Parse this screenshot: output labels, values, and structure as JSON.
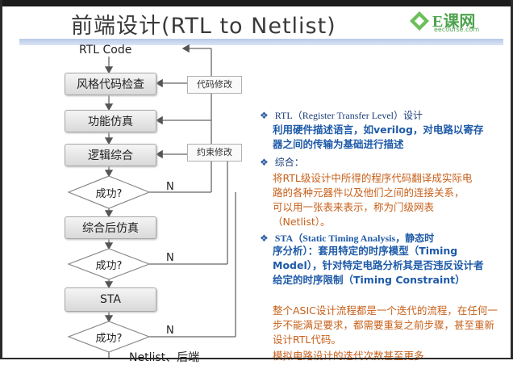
{
  "slide": {
    "title": "前端设计(RTL  to  Netlist)",
    "logo": {
      "text": "E课网",
      "sub": "eecourse.com"
    }
  },
  "flow": {
    "rtl_code": "RTL Code",
    "style_check": "风格代码检查",
    "func_sim": "功能仿真",
    "synthesis": "逻辑综合",
    "decision_1": "成功?",
    "post_syn_sim": "综合后仿真",
    "decision_2": "成功?",
    "sta": "STA",
    "decision_3": "成功?",
    "netlist": "Netlist、后端",
    "no_label": "N",
    "code_modify": "代码修改",
    "constraint_modify": "约束修改"
  },
  "notes": {
    "rtl_head": "RTL（Register Transfer Level）设计",
    "rtl_body": "利用硬件描述语言，如verilog，对电路以寄存器之间的传输为基础进行描述",
    "syn_head": "综合：",
    "syn_body": "将RTL级设计中所得的程序代码翻译成实际电路的各种元器件以及他们之间的连接关系，可以用一张表来表示，称为门级网表（Netlist）。",
    "sta_head": "STA（Static Timing Analysis，静态时",
    "sta_body": "序分析）：套用特定的时序模型（Timing Model），针对特定电路分析其是否违反设计者给定的时序限制（Timing Constraint）",
    "iter_body": "整个ASIC设计流程都是一个迭代的流程，在任何一步不能满足要求，都需要重复之前步骤，甚至重新设计RTL代码。",
    "cut_body": "模拟电路设计的迭代次数甚至更多"
  },
  "colors": {
    "blue": "#1e5aa8",
    "orange": "#c7601a",
    "logo_green": "#4fa34f"
  }
}
